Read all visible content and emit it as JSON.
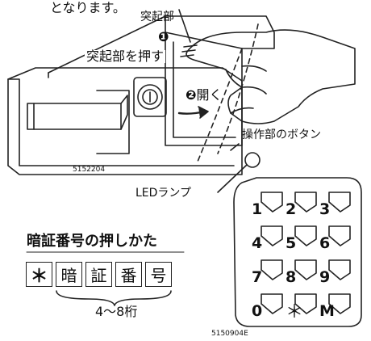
{
  "intro_text": "となります。",
  "labels": {
    "protrusion": "突起部",
    "push_protrusion": "突起部を押す",
    "step1_marker": "❶",
    "step2_marker": "❷",
    "step2_text": "開く",
    "keypad_button": "操作部のボタン",
    "led_lamp": "LEDランプ",
    "figure_code_1": "5152204",
    "figure_code_2": "5150904E"
  },
  "pin_entry": {
    "title": "暗証番号の押しかた",
    "boxes": [
      "＊",
      "暗",
      "証",
      "番",
      "号"
    ],
    "digit_range": "4〜8桁"
  },
  "keypad": {
    "keys": [
      "1",
      "2",
      "3",
      "4",
      "5",
      "6",
      "7",
      "8",
      "9",
      "0",
      "＊",
      "M"
    ]
  },
  "colors": {
    "line": "#222222",
    "background": "#ffffff"
  }
}
